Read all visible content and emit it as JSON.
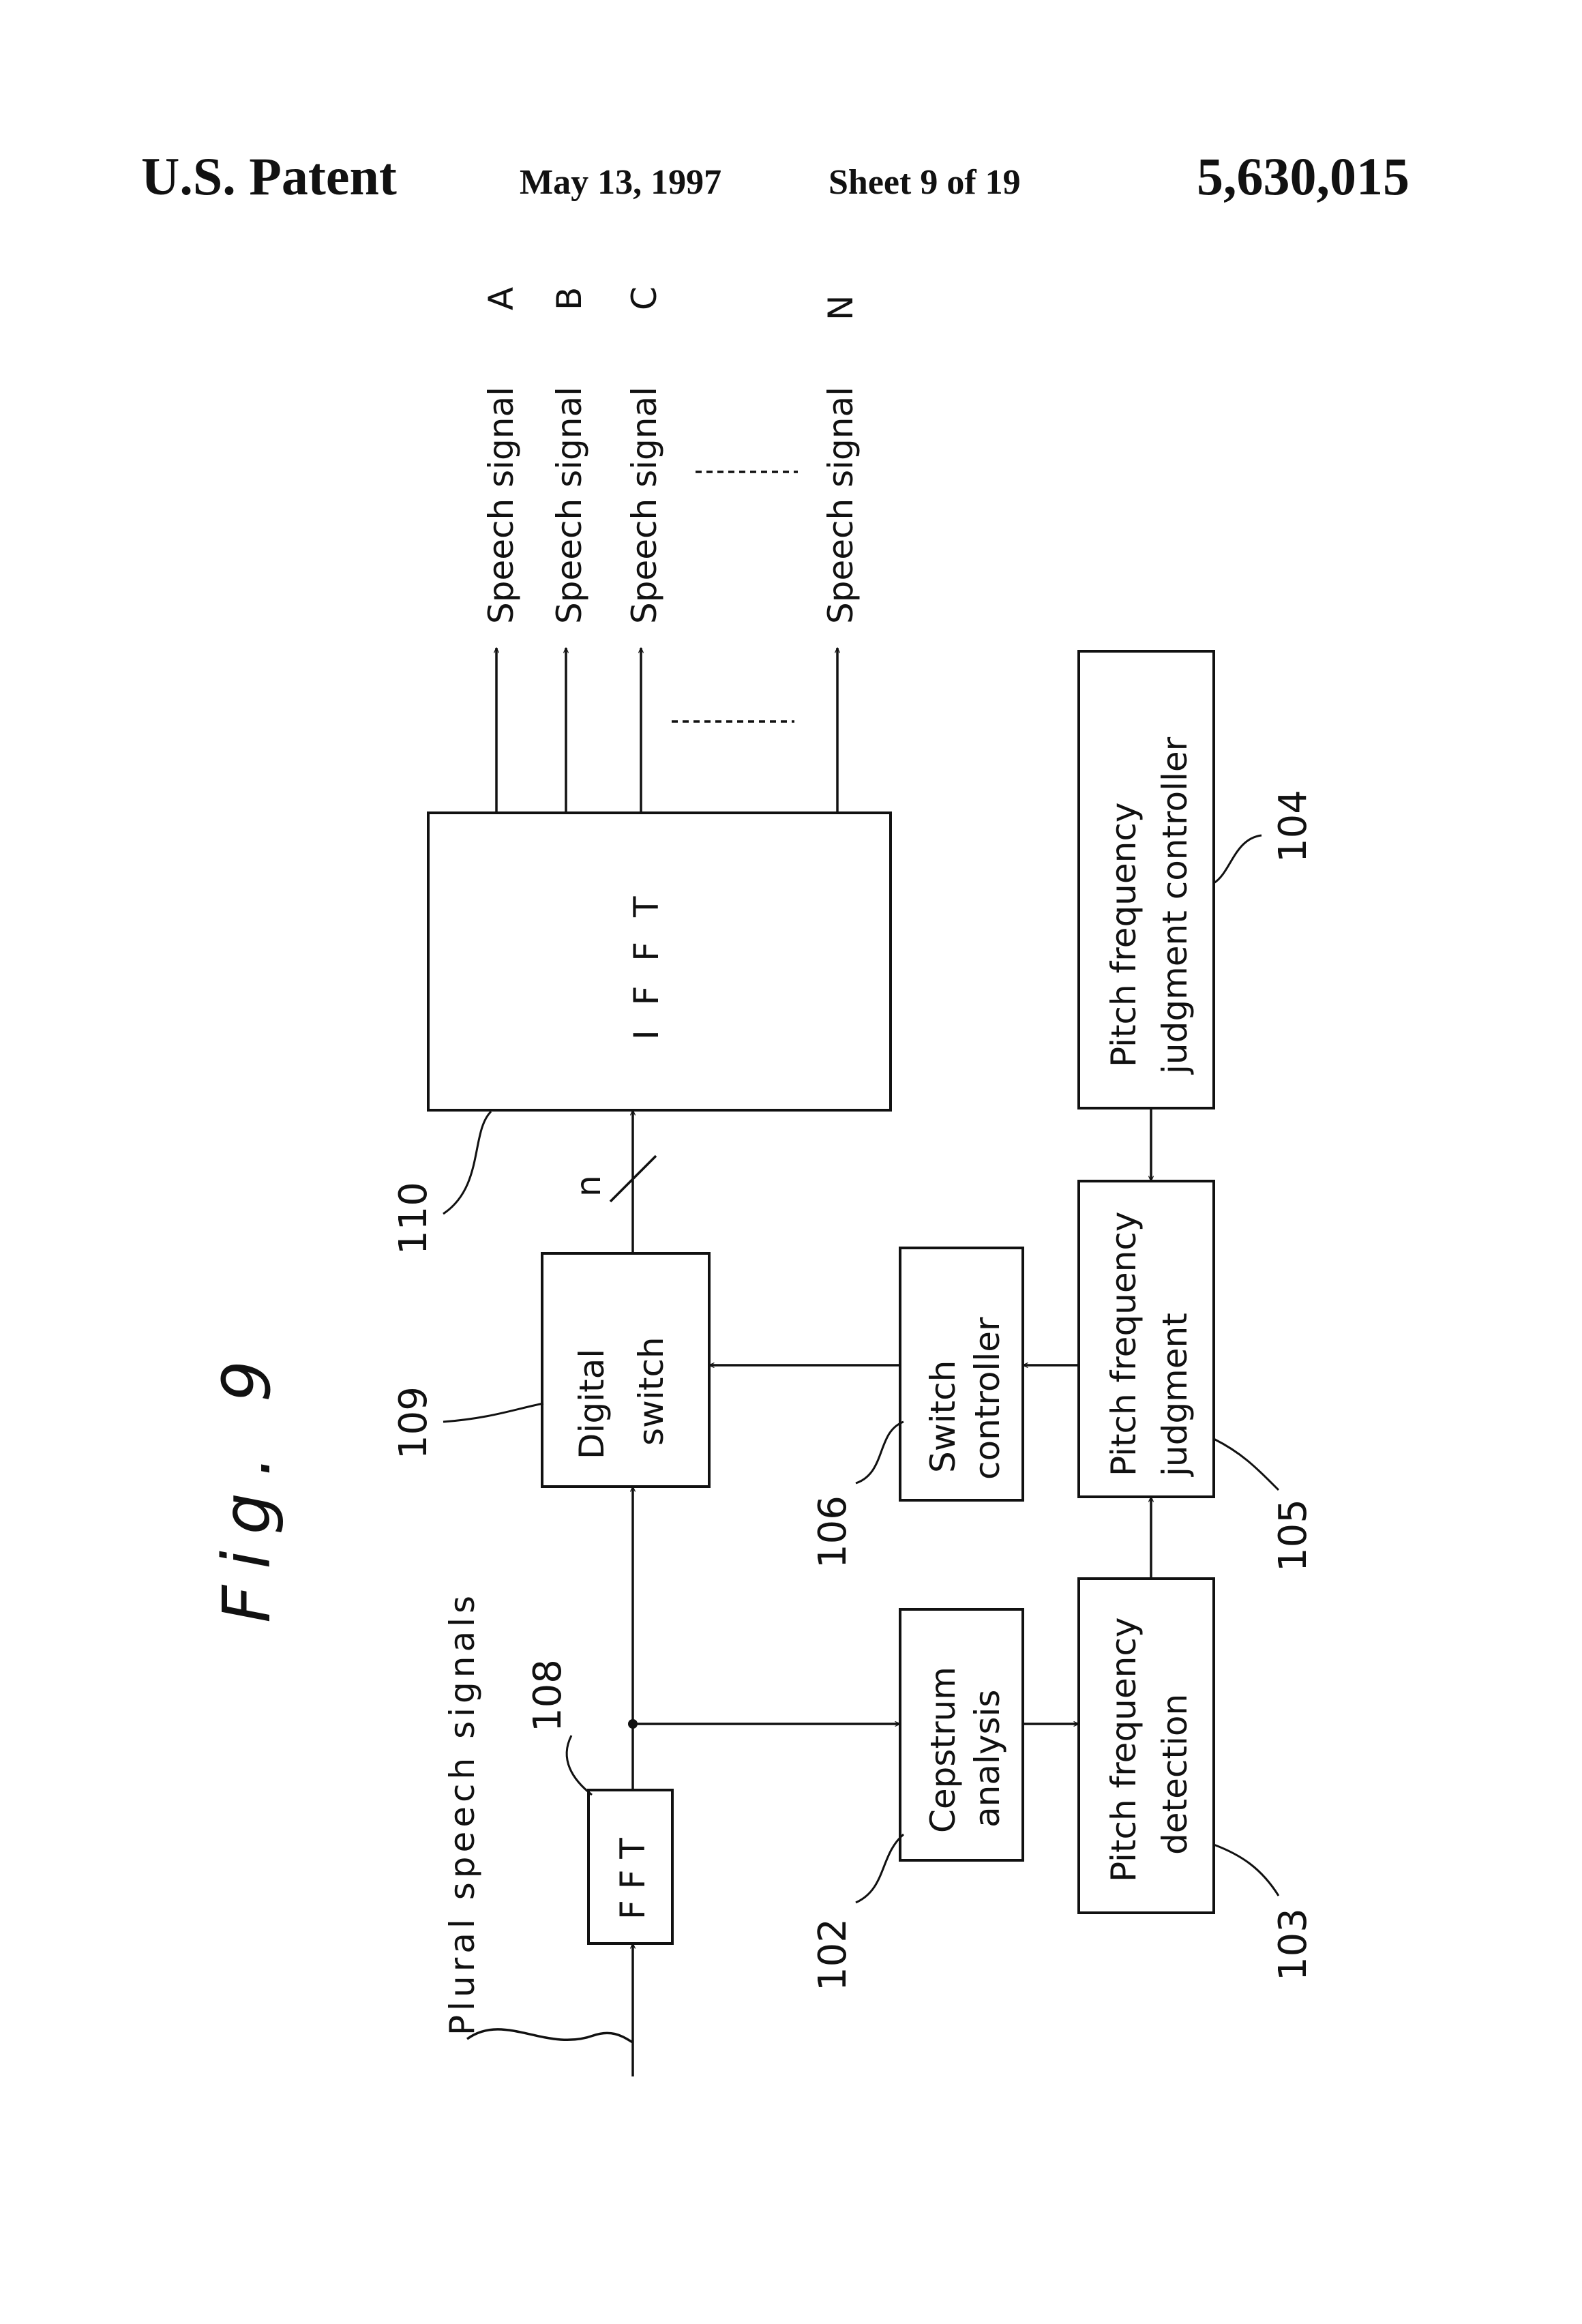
{
  "header": {
    "patent": "U.S. Patent",
    "date": "May 13, 1997",
    "sheet": "Sheet 9 of 19",
    "number": "5,630,015"
  },
  "figure": {
    "title": "Fig. 9",
    "input_label": "Plural speech signals",
    "outputs": [
      {
        "label": "Speech signal",
        "letter": "A"
      },
      {
        "label": "Speech signal",
        "letter": "B"
      },
      {
        "label": "Speech signal",
        "letter": "C"
      },
      {
        "label": "Speech signal",
        "letter": "N"
      }
    ],
    "bus_width": "n",
    "blocks": {
      "fft": {
        "text": "F F T",
        "ref": "108"
      },
      "cepstrum": {
        "line1": "Cepstrum",
        "line2": "analysis",
        "ref": "102"
      },
      "pitch_detection": {
        "line1": "Pitch frequency",
        "line2": "detection",
        "ref": "103"
      },
      "digital_switch": {
        "line1": "Digital",
        "line2": "switch",
        "ref": "109"
      },
      "switch_controller": {
        "line1": "Switch",
        "line2": "controller",
        "ref": "106"
      },
      "pitch_judgment": {
        "line1": "Pitch frequency",
        "line2": "judgment",
        "ref": "105"
      },
      "judgment_controller": {
        "line1": "Pitch frequency",
        "line2": "judgment controller",
        "ref": "104"
      },
      "ifft": {
        "text": "I F F T",
        "ref": "110"
      }
    }
  }
}
